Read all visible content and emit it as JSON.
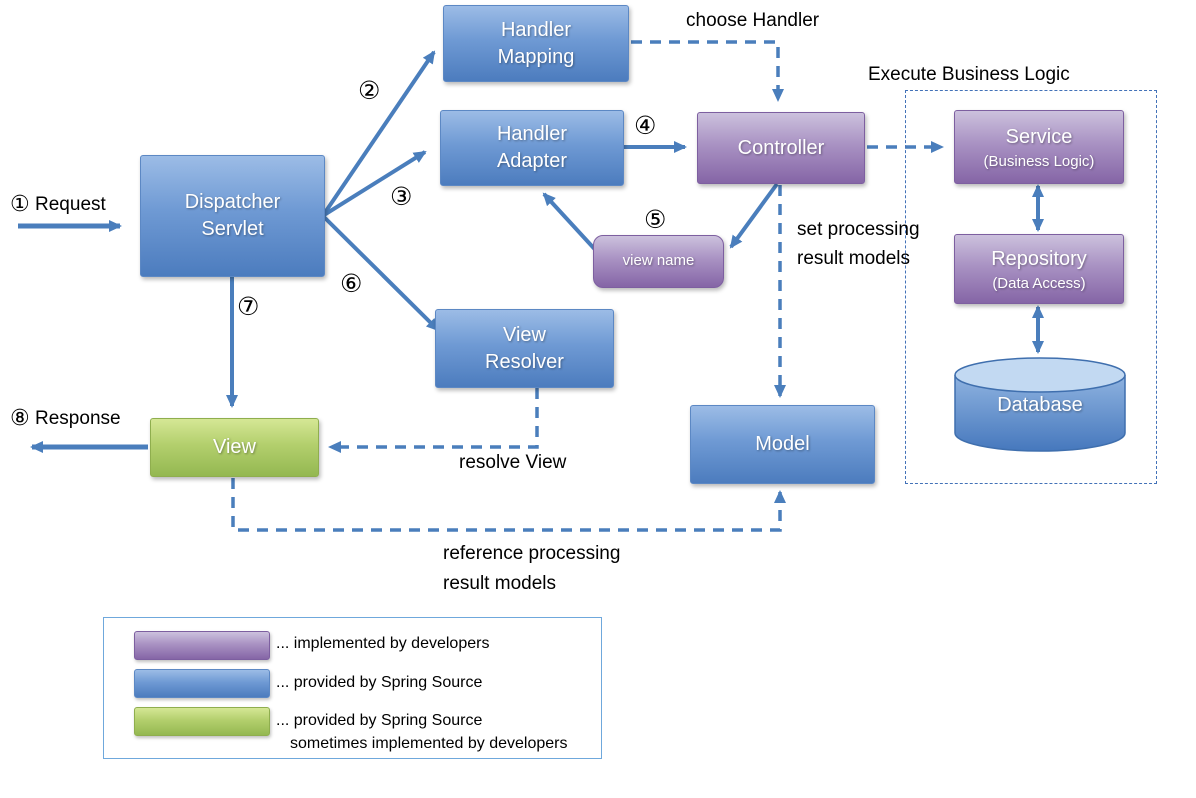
{
  "nodes": {
    "dispatcher_servlet": {
      "label": "Dispatcher Servlet",
      "kind": "provided"
    },
    "handler_mapping": {
      "label": "Handler Mapping",
      "kind": "provided"
    },
    "handler_adapter": {
      "label": "Handler Adapter",
      "kind": "provided"
    },
    "controller": {
      "label": "Controller",
      "kind": "implemented"
    },
    "view_name": {
      "label": "view name",
      "kind": "implemented"
    },
    "view_resolver": {
      "label": "View Resolver",
      "kind": "provided"
    },
    "view": {
      "label": "View",
      "kind": "provided-sometimes-implemented"
    },
    "model": {
      "label": "Model",
      "kind": "provided"
    },
    "service": {
      "label": "Service",
      "sublabel": "(Business Logic)",
      "kind": "implemented"
    },
    "repository": {
      "label": "Repository",
      "sublabel": "(Data Access)",
      "kind": "implemented"
    },
    "database": {
      "label": "Database",
      "kind": "provided"
    }
  },
  "steps": {
    "s1": "①",
    "s2": "②",
    "s3": "③",
    "s4": "④",
    "s5": "⑤",
    "s6": "⑥",
    "s7": "⑦",
    "s8": "⑧"
  },
  "annotations": {
    "request": "Request",
    "response": "Response",
    "choose_handler": "choose Handler",
    "execute_business_logic": "Execute Business Logic",
    "set_processing_line1": "set processing",
    "set_processing_line2": "result models",
    "resolve_view": "resolve View",
    "reference_processing_line1": "reference processing",
    "reference_processing_line2": "result models"
  },
  "legend": {
    "items": [
      {
        "color": "#8064a2",
        "label": "... implemented by developers",
        "label2": ""
      },
      {
        "color": "#4f81bd",
        "label": "... provided by Spring Source",
        "label2": ""
      },
      {
        "color": "#9bbb59",
        "label": "... provided by Spring Source",
        "label2": "sometimes implemented by developers"
      }
    ]
  },
  "colors": {
    "connector_blue": "#4a7ebc",
    "node_blue": "#4f81bd",
    "node_purple": "#8064a2",
    "node_green": "#9bbb59",
    "text": "#000000"
  }
}
